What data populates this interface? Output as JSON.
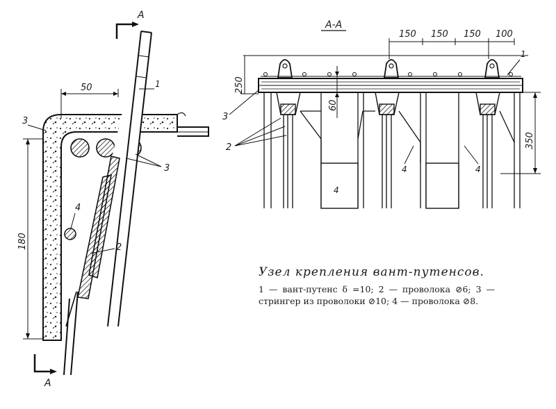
{
  "section_marker": "А",
  "section_title": "А-А",
  "left_view": {
    "dim_width": "50",
    "dim_height": "180",
    "callouts": {
      "one": "1",
      "two": "2",
      "three_left": "3",
      "three_right": "3",
      "four": "4"
    }
  },
  "right_view": {
    "top_dims": [
      "150",
      "150",
      "150",
      "100"
    ],
    "dim_250": "250",
    "dim_60": "60",
    "dim_350": "350",
    "callouts": {
      "one": "1",
      "two": "2",
      "three": "3",
      "four_a": "4",
      "four_b": "4",
      "four_c": "4"
    }
  },
  "caption": {
    "title": "Узел крепления вант-путенсов.",
    "items": [
      "1 — вант-путенс δ =10;",
      "2 — проволока ⊘6;",
      "3 — стрингер из проволоки ⊘10;",
      "4 — проволока ⊘8."
    ]
  }
}
